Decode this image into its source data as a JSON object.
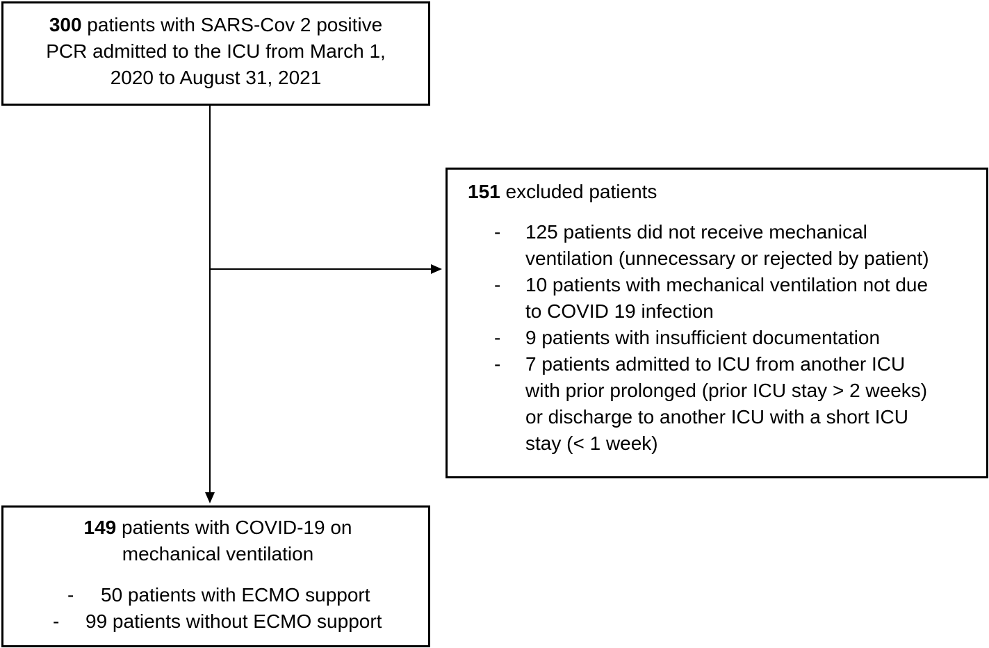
{
  "top_box": {
    "count": "300",
    "text_line1": " patients with SARS-Cov 2 positive",
    "text_line2": "PCR admitted to the ICU from March 1,",
    "text_line3": "2020 to August 31, 2021"
  },
  "excluded_box": {
    "count": "151",
    "title_rest": " excluded patients",
    "items": [
      {
        "dash": "-",
        "lines": [
          "125 patients did not receive mechanical",
          "ventilation (unnecessary or rejected by patient)"
        ]
      },
      {
        "dash": "-",
        "lines": [
          "10 patients with mechanical ventilation not due",
          "to COVID 19 infection"
        ]
      },
      {
        "dash": "-",
        "lines": [
          "9 patients with insufficient documentation"
        ]
      },
      {
        "dash": "-",
        "lines": [
          "7 patients admitted to ICU from another ICU",
          "with prior prolonged (prior ICU stay > 2 weeks)",
          "or discharge to another ICU with a short ICU",
          "stay (< 1 week)"
        ]
      }
    ]
  },
  "bottom_box": {
    "count": "149",
    "text_line1": " patients with COVID-19 on",
    "text_line2": "mechanical ventilation",
    "items": [
      {
        "dash": "-",
        "text": "50 patients with ECMO support"
      },
      {
        "dash": "-",
        "text": "99 patients without ECMO support"
      }
    ]
  }
}
